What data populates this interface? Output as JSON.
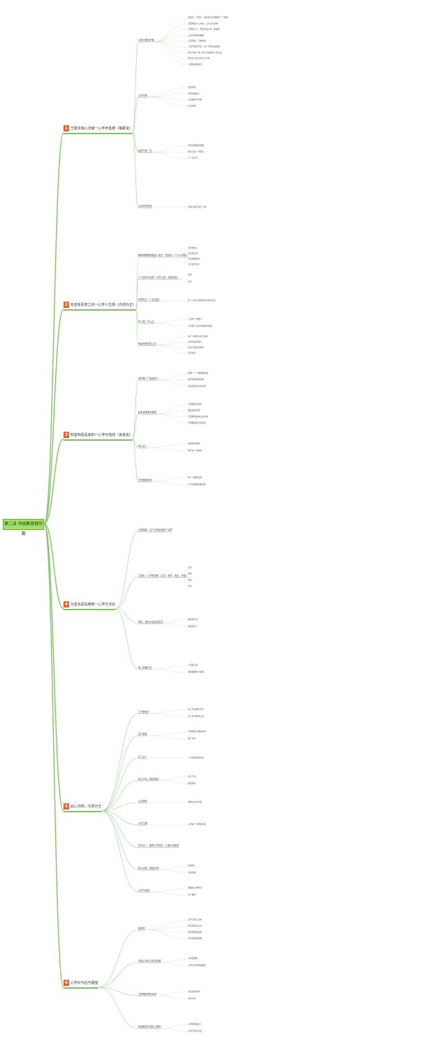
{
  "root": "第二讲 传统教育精华篇",
  "branches": [
    {
      "num": "1",
      "label": "王蒙本篇心法第一心学养善德（梅蒙说）",
      "children": [
        {
          "label": "心是万物的开端",
          "leaves": [
            "自然谈：王蒙子，世间本无万物唯有一个整体。",
            "王阳明是以心为本，认为心外无物",
            "万物生于心、而世界是心的一种呈现",
            "心念对外物的理解",
            "心有所感，万物有情",
            "人是万物的尺度，这个尺度就是良知",
            "因为万物一体，所以天地间有大善大爱",
            "修身正心的方法以心为本",
            "人要有良知而行"
          ]
        },
        {
          "label": "心学世界",
          "leaves": [
            "法性智慧",
            "良知就是本心",
            "心的纯粹与光明",
            "心的作用"
          ]
        },
        {
          "label": "善恶只是一念",
          "leaves": [
            "善有善报恶有恶报",
            "恶念只是一闪而过",
            "心一念之善"
          ]
        },
        {
          "label": "立在研究拼故",
          "leaves": [
            "天地万物与我为一体"
          ]
        }
      ]
    },
    {
      "num": "2",
      "label": "有善有恶意之动一心学人生观（内求外正）",
      "children": [
        {
          "label": "懂得道理就能做善人君子：君道为一个什么样的人",
          "leaves": [
            "为天地立心",
            "为生民立命",
            "为往圣继绝学",
            "为万世开太平"
          ]
        },
        {
          "label": "人人皆可为圣贤（大学之道：自我完善）",
          "leaves": [
            "自善",
            "无善"
          ]
        },
        {
          "label": "内求外正（人生自我）",
          "leaves": [
            "在个人内心的体验中去提升自己"
          ]
        },
        {
          "label": "不以物，不以己",
          "leaves": [
            "人生如一场旅行",
            "只有静下心来才能看清真相"
          ]
        },
        {
          "label": "有善有恶是意之动",
          "leaves": [
            "每个人都有善念与恶念",
            "分辨善恶的能力",
            "善念与恶念的转化",
            "行善最乐"
          ]
        }
      ]
    },
    {
      "num": "3",
      "label": "知善知恶是良知一心学价值观（良金说）",
      "children": [
        {
          "label": "怎样做一个善良的人",
          "leaves": [
            "如果一个人懂得做好事",
            "知善知恶就是良知",
            "有良知就会分辨善恶"
          ]
        },
        {
          "label": "善有善报恶有恶报",
          "leaves": [
            "王阳明的良知论",
            "致良知的实践",
            "王阳明回答弟子的问题",
            "不能推卸自己的责任"
          ]
        },
        {
          "label": "有行合一",
          "leaves": [
            "自然界的规律",
            "知行合一的本质"
          ]
        },
        {
          "label": "王阳明致良知",
          "leaves": [
            "每个人都有良知",
            "从不同的角度看问题"
          ]
        }
      ]
    },
    {
      "num": "4",
      "label": "为善去恶是格物一心学方法论",
      "children": [
        {
          "label": "王阳明说：这个世界还是那个世界",
          "leaves": []
        },
        {
          "label": "立德业：心学的四端（立志、勤学、改过、责善）",
          "leaves": [
            "立志",
            "勤学",
            "改过",
            "责善"
          ]
        },
        {
          "label": "静坐：强化对应自省意识",
          "leaves": [
            "静坐的方法",
            "静坐的意义"
          ]
        },
        {
          "label": "事上练磨功夫",
          "leaves": [
            "人需事上磨",
            "遇到困难时不逃避"
          ]
        }
      ]
    },
    {
      "num": "5",
      "label": "此心光明，内圣外王",
      "children": [
        {
          "label": "工作即修行",
          "leaves": [
            "在工作中提升自己",
            "在工作中磨炼心性"
          ]
        },
        {
          "label": "放下我执",
          "leaves": [
            "不要把自己看得太重",
            "放下执念"
          ]
        },
        {
          "label": "天人合一",
          "leaves": [
            "人与自然和谐共处"
          ]
        },
        {
          "label": "此心不动，随机而动",
          "leaves": [
            "此心不动",
            "随机而动"
          ]
        },
        {
          "label": "心定神清",
          "leaves": [
            "保持内心的平静"
          ]
        },
        {
          "label": "心学之路",
          "leaves": [
            "心学是一条修炼之路"
          ]
        },
        {
          "label": "学行合一：教学心学知识，才能行动起来",
          "leaves": []
        },
        {
          "label": "所以世界，宽容平和",
          "leaves": [
            "宽容待人",
            "平和处事"
          ]
        },
        {
          "label": "心学与领袖",
          "leaves": [
            "领袖的心学修养",
            "怎么做到"
          ]
        }
      ]
    },
    {
      "num": "6",
      "label": "心学对今后与展望",
      "children": [
        {
          "label": "阳明学",
          "leaves": [
            "王学之真心之体",
            "有善有恶意之动",
            "知善知恶是良知",
            "为善去恶是格物"
          ]
        },
        {
          "label": "中国心学在日本的发展",
          "leaves": [
            "日本阳明学",
            "心学与日本明治维新"
          ]
        },
        {
          "label": "王阳明精神的传承",
          "leaves": [
            "对后世的影响",
            "当代价值"
          ]
        },
        {
          "label": "传统教育与现代心理学",
          "leaves": [
            "心学的积极意义",
            "心学与现代生活"
          ]
        }
      ]
    }
  ]
}
